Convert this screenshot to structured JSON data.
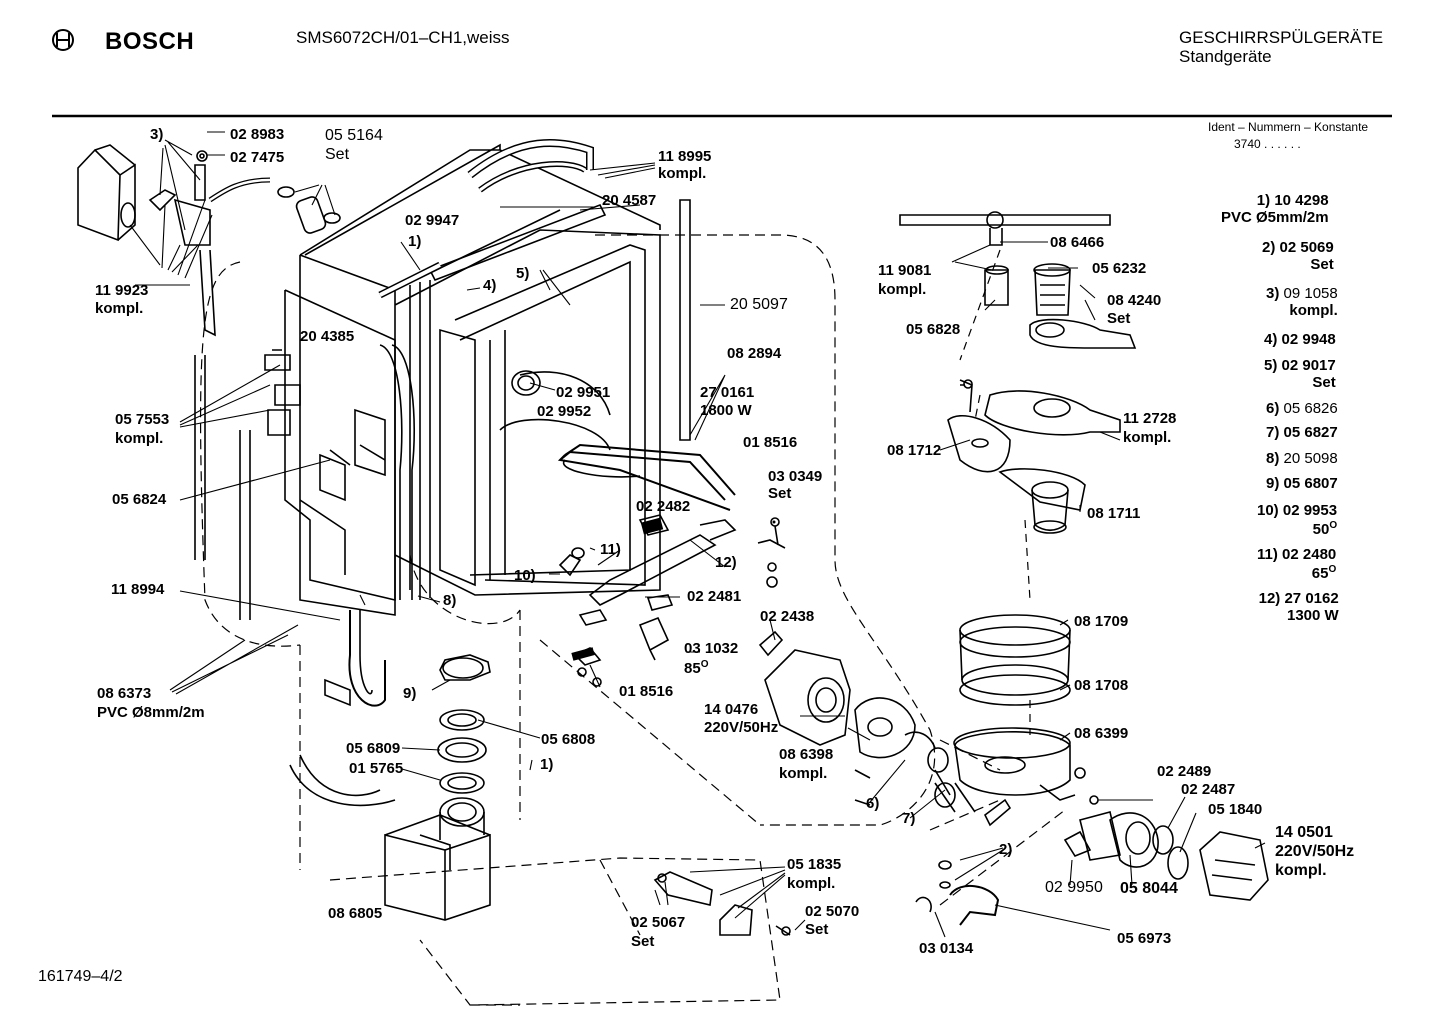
{
  "header": {
    "brand": "BOSCH",
    "model": "SMS6072CH/01–CH1,weiss",
    "category": "GESCHIRRSPÜLGERÄTE",
    "subcategory": "Standgeräte",
    "ident_title": "Ident – Nummern – Konstante",
    "ident_value": "3740  .  .  .  .  .  ."
  },
  "footer": {
    "drawing_number": "161749–4/2"
  },
  "labels": {
    "p3": "3)",
    "p028983": "02 8983",
    "p027475": "02 7475",
    "p055164": "05 5164",
    "p055164set": "Set",
    "p118995": "11 8995",
    "p118995k": "kompl.",
    "p029947": "02 9947",
    "p204587": "20 4587",
    "p1top": "1)",
    "p4": "4)",
    "p5": "5)",
    "p205097": "20 5097",
    "p119923": "11 9923",
    "p119923k": "kompl.",
    "p204385": "20 4385",
    "p082894": "08 2894",
    "p029951": "02 9951",
    "p029952": "02 9952",
    "p270161": "27 0161",
    "p270161w": "1800 W",
    "p057553": "05 7553",
    "p057553k": "kompl.",
    "p018516a": "01 8516",
    "p030349": "03 0349",
    "p030349s": "Set",
    "p056824": "05 6824",
    "p022482": "02 2482",
    "p11": "11)",
    "p12": "12)",
    "p10": "10)",
    "p8": "8)",
    "p118994": "11 8994",
    "p022481": "02 2481",
    "p022438": "02 2438",
    "p031032": "03 1032",
    "p031032b": "85",
    "p031032d": "O",
    "p086373": "08 6373",
    "p086373b": "PVC Ø8mm/2m",
    "p9": "9)",
    "p018516b": "01 8516",
    "p140476": "14 0476",
    "p140476b": "220V/50Hz",
    "p056809": "05 6809",
    "p056808": "05 6808",
    "p015765": "01 5765",
    "p1mid": "1)",
    "p086398": "08 6398",
    "p086398k": "kompl.",
    "p6": "6)",
    "p7": "7)",
    "p086466": "08 6466",
    "p119081": "11 9081",
    "p119081k": "kompl.",
    "p056232": "05 6232",
    "p084240": "08 4240",
    "p084240s": "Set",
    "p056828": "05 6828",
    "p112728": "11 2728",
    "p112728k": "kompl.",
    "p081712": "08 1712",
    "p081711": "08 1711",
    "p081709": "08 1709",
    "p081708": "08 1708",
    "p086399": "08 6399",
    "p022489": "02 2489",
    "p022487": "02 2487",
    "p051840": "05 1840",
    "p140501": "14 0501",
    "p140501b": "220V/50Hz",
    "p140501k": "kompl.",
    "p2": "2)",
    "p029950": "02 9950",
    "p058044": "05 8044",
    "p051835": "05 1835",
    "p051835k": "kompl.",
    "p025067": "02 5067",
    "p025067s": "Set",
    "p025070": "02 5070",
    "p025070s": "Set",
    "p086805": "08 6805",
    "p030134": "03 0134",
    "p056973": "05 6973"
  },
  "legend": [
    {
      "num": "1)",
      "code": "10 4298",
      "note": "PVC Ø5mm/2m"
    },
    {
      "num": "2)",
      "code": "02 5069",
      "note": "Set"
    },
    {
      "num": "3)",
      "code": "09 1058",
      "note": "kompl."
    },
    {
      "num": "4)",
      "code": "02 9948",
      "note": ""
    },
    {
      "num": "5)",
      "code": "02 9017",
      "note": "Set"
    },
    {
      "num": "6)",
      "code": "05 6826",
      "note": ""
    },
    {
      "num": "7)",
      "code": "05 6827",
      "note": ""
    },
    {
      "num": "8)",
      "code": "20 5098",
      "note": ""
    },
    {
      "num": "9)",
      "code": "05 6807",
      "note": ""
    },
    {
      "num": "10)",
      "code": "02 9953",
      "note": "50",
      "deg": "O"
    },
    {
      "num": "11)",
      "code": "02 2480",
      "note": "65",
      "deg": "O"
    },
    {
      "num": "12)",
      "code": "27 0162",
      "note": "1300 W"
    }
  ]
}
